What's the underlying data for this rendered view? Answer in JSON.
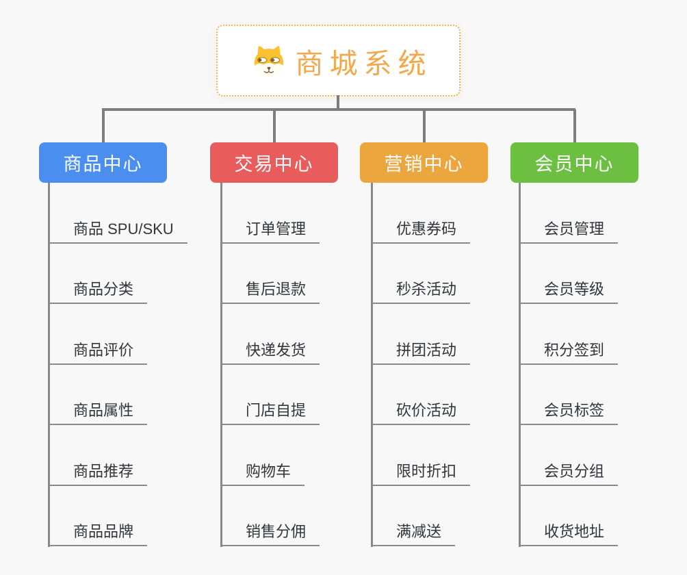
{
  "root": {
    "label": "商城系统",
    "accent_color": "#f2a84c",
    "border_color": "#f6b44f",
    "icon": "shiba-dog-face"
  },
  "connector_color": "#7d7d7d",
  "background_color": "#f8f8f8",
  "branches": [
    {
      "label": "商品中心",
      "color": "#4a8ff0",
      "items": [
        "商品 SPU/SKU",
        "商品分类",
        "商品评价",
        "商品属性",
        "商品推荐",
        "商品品牌"
      ]
    },
    {
      "label": "交易中心",
      "color": "#e95c5c",
      "items": [
        "订单管理",
        "售后退款",
        "快递发货",
        "门店自提",
        "购物车",
        "销售分佣"
      ]
    },
    {
      "label": "营销中心",
      "color": "#eca63e",
      "items": [
        "优惠券码",
        "秒杀活动",
        "拼团活动",
        "砍价活动",
        "限时折扣",
        "满减送"
      ]
    },
    {
      "label": "会员中心",
      "color": "#6cbf41",
      "items": [
        "会员管理",
        "会员等级",
        "积分签到",
        "会员标签",
        "会员分组",
        "收货地址"
      ]
    }
  ]
}
